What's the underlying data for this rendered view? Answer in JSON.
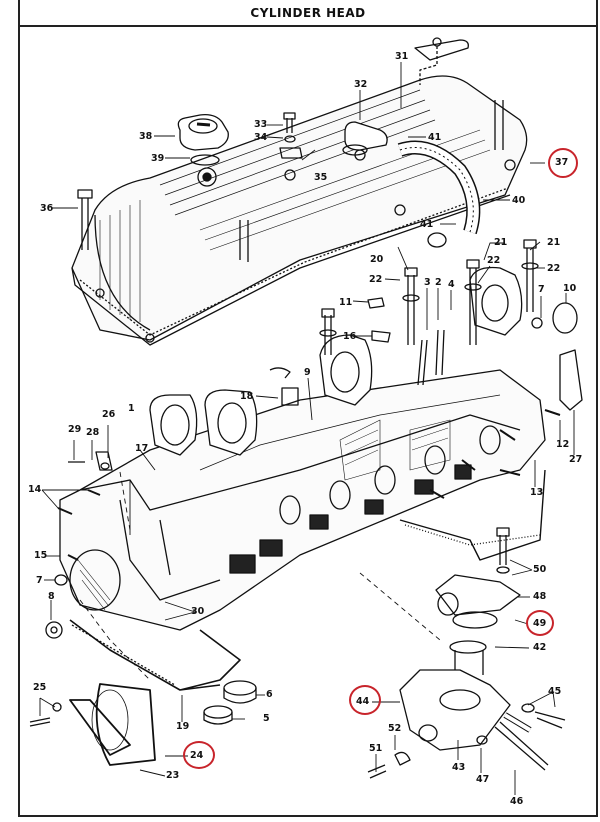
{
  "title": "CYLINDER HEAD",
  "highlight_color": "#c8242b",
  "line_color": "#111111",
  "callouts": [
    {
      "id": "31",
      "label": "31",
      "part": "rocker-cover-bracket",
      "highlighted": false
    },
    {
      "id": "32",
      "label": "32",
      "part": "breather-elbow",
      "highlighted": false
    },
    {
      "id": "33",
      "label": "33",
      "part": "bolt",
      "highlighted": false
    },
    {
      "id": "34",
      "label": "34",
      "part": "washer",
      "highlighted": false
    },
    {
      "id": "35",
      "label": "35",
      "part": "clip",
      "highlighted": false
    },
    {
      "id": "36",
      "label": "36",
      "part": "cover-bolt",
      "highlighted": false
    },
    {
      "id": "37",
      "label": "37",
      "part": "rocker-cover-gasket",
      "highlighted": true
    },
    {
      "id": "38",
      "label": "38",
      "part": "oil-filler-cap",
      "highlighted": false
    },
    {
      "id": "39",
      "label": "39",
      "part": "filler-cap-seal",
      "highlighted": false
    },
    {
      "id": "40",
      "label": "40",
      "part": "breather-hose",
      "highlighted": false
    },
    {
      "id": "41a",
      "label": "41",
      "part": "hose-clip-upper",
      "highlighted": false
    },
    {
      "id": "41b",
      "label": "41",
      "part": "hose-clip-lower",
      "highlighted": false
    },
    {
      "id": "20",
      "label": "20",
      "part": "head-bolt",
      "highlighted": false
    },
    {
      "id": "21a",
      "label": "21",
      "part": "head-bolt",
      "highlighted": false
    },
    {
      "id": "21b",
      "label": "21",
      "part": "head-bolt",
      "highlighted": false
    },
    {
      "id": "22a",
      "label": "22",
      "part": "washer",
      "highlighted": false
    },
    {
      "id": "22b",
      "label": "22",
      "part": "washer",
      "highlighted": false
    },
    {
      "id": "22c",
      "label": "22",
      "part": "washer",
      "highlighted": false
    },
    {
      "id": "3",
      "label": "3",
      "part": "valve-guide",
      "highlighted": false
    },
    {
      "id": "2",
      "label": "2",
      "part": "valve-guide",
      "highlighted": false
    },
    {
      "id": "4",
      "label": "4",
      "part": "seal",
      "highlighted": false
    },
    {
      "id": "7a",
      "label": "7",
      "part": "plug",
      "highlighted": false
    },
    {
      "id": "10",
      "label": "10",
      "part": "core-plug",
      "highlighted": false
    },
    {
      "id": "11",
      "label": "11",
      "part": "dowel",
      "highlighted": false
    },
    {
      "id": "16",
      "label": "16",
      "part": "plug",
      "highlighted": false
    },
    {
      "id": "9",
      "label": "9",
      "part": "bushing",
      "highlighted": false
    },
    {
      "id": "18",
      "label": "18",
      "part": "plug",
      "highlighted": false
    },
    {
      "id": "26",
      "label": "26",
      "part": "lifting-bracket",
      "highlighted": false
    },
    {
      "id": "29",
      "label": "29",
      "part": "bolt",
      "highlighted": false
    },
    {
      "id": "28",
      "label": "28",
      "part": "washer",
      "highlighted": false
    },
    {
      "id": "17",
      "label": "17",
      "part": "dowel",
      "highlighted": false
    },
    {
      "id": "1",
      "label": "1",
      "part": "cylinder-head",
      "highlighted": false
    },
    {
      "id": "12",
      "label": "12",
      "part": "stud",
      "highlighted": false
    },
    {
      "id": "27",
      "label": "27",
      "part": "lifting-bracket",
      "highlighted": false
    },
    {
      "id": "13",
      "label": "13",
      "part": "stud",
      "highlighted": false
    },
    {
      "id": "14",
      "label": "14",
      "part": "stud",
      "highlighted": false
    },
    {
      "id": "15",
      "label": "15",
      "part": "stud",
      "highlighted": false
    },
    {
      "id": "7b",
      "label": "7",
      "part": "plug",
      "highlighted": false
    },
    {
      "id": "8",
      "label": "8",
      "part": "plug",
      "highlighted": false
    },
    {
      "id": "30",
      "label": "30",
      "part": "bolt-washer",
      "highlighted": false
    },
    {
      "id": "19",
      "label": "19",
      "part": "head-gasket",
      "highlighted": false
    },
    {
      "id": "6",
      "label": "6",
      "part": "seal-ring",
      "highlighted": false
    },
    {
      "id": "5",
      "label": "5",
      "part": "seal-ring",
      "highlighted": false
    },
    {
      "id": "25",
      "label": "25",
      "part": "bolt-washer",
      "highlighted": false
    },
    {
      "id": "24",
      "label": "24",
      "part": "cover-gasket",
      "highlighted": true
    },
    {
      "id": "23",
      "label": "23",
      "part": "end-cover",
      "highlighted": false
    },
    {
      "id": "50",
      "label": "50",
      "part": "bolt-washer",
      "highlighted": false
    },
    {
      "id": "48",
      "label": "48",
      "part": "water-outlet",
      "highlighted": false
    },
    {
      "id": "49",
      "label": "49",
      "part": "outlet-gasket",
      "highlighted": true
    },
    {
      "id": "42",
      "label": "42",
      "part": "thermostat",
      "highlighted": false
    },
    {
      "id": "44",
      "label": "44",
      "part": "housing-gasket",
      "highlighted": true
    },
    {
      "id": "45",
      "label": "45",
      "part": "bolt-washer",
      "highlighted": false
    },
    {
      "id": "52",
      "label": "52",
      "part": "adapter",
      "highlighted": false
    },
    {
      "id": "51",
      "label": "51",
      "part": "sender",
      "highlighted": false
    },
    {
      "id": "43",
      "label": "43",
      "part": "thermostat-housing",
      "highlighted": false
    },
    {
      "id": "47",
      "label": "47",
      "part": "washer",
      "highlighted": false
    },
    {
      "id": "46",
      "label": "46",
      "part": "bolt",
      "highlighted": false
    }
  ]
}
